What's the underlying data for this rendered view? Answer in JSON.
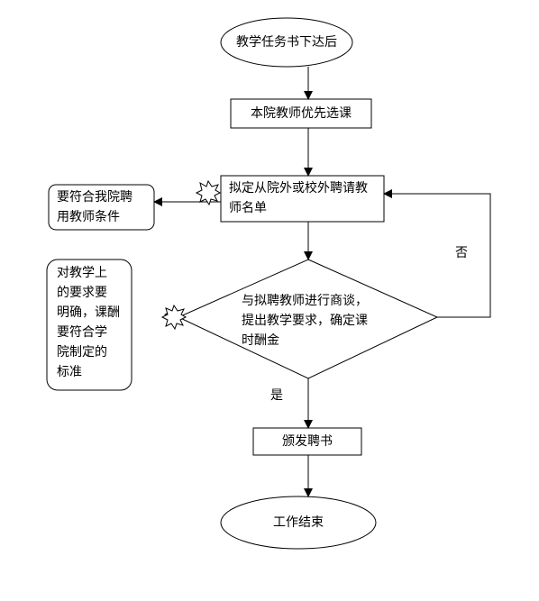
{
  "nodes": {
    "start": "教学任务书下达后",
    "step1": "本院教师优先选课",
    "step2": "拟定从院外或校外聘请教\n师名单",
    "decision": "与拟聘教师进行商谈，\n提出教学要求，确定课\n时酬金",
    "step3": "颁发聘书",
    "end": "工作结束"
  },
  "notes": {
    "note1": "要符合我院聘\n用教师条件",
    "note2": "对教学上\n的要求要\n明确，课酬\n要符合学\n院制定的\n标准"
  },
  "edges": {
    "yes": "是",
    "no": "否"
  }
}
